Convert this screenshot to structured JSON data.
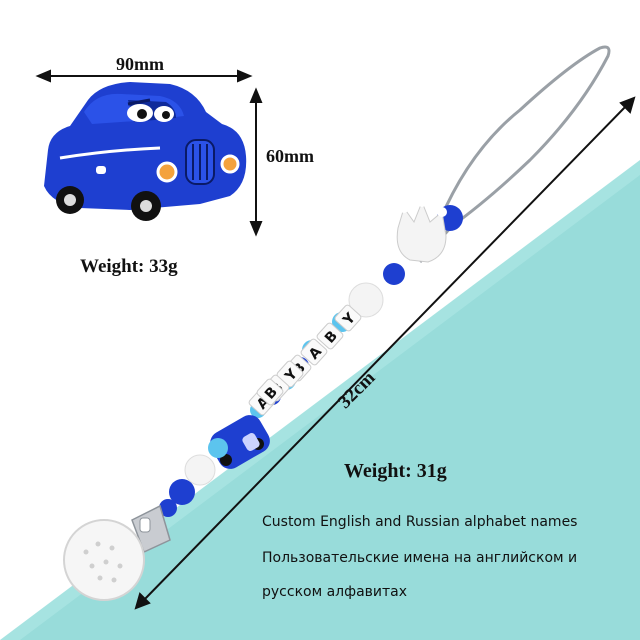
{
  "product": {
    "teether_width": "90mm",
    "teether_height": "60mm",
    "teether_weight": "Weight: 33g",
    "clip_length": "32cm",
    "clip_weight": "Weight: 31g",
    "bead_letters": [
      "B",
      "A",
      "B",
      "Y",
      "B",
      "A",
      "B",
      "Y"
    ]
  },
  "captions": {
    "line1": "Custom English and Russian alphabet names",
    "line2": "Пользовательские имена на английском и",
    "line3": "русском алфавитах"
  },
  "colors": {
    "background_light": "#ffffff",
    "background_teal": "#9fe0de",
    "royal_blue": "#1e3fd0",
    "light_blue": "#5cc4ee",
    "white_bead": "#f4f4f4"
  }
}
